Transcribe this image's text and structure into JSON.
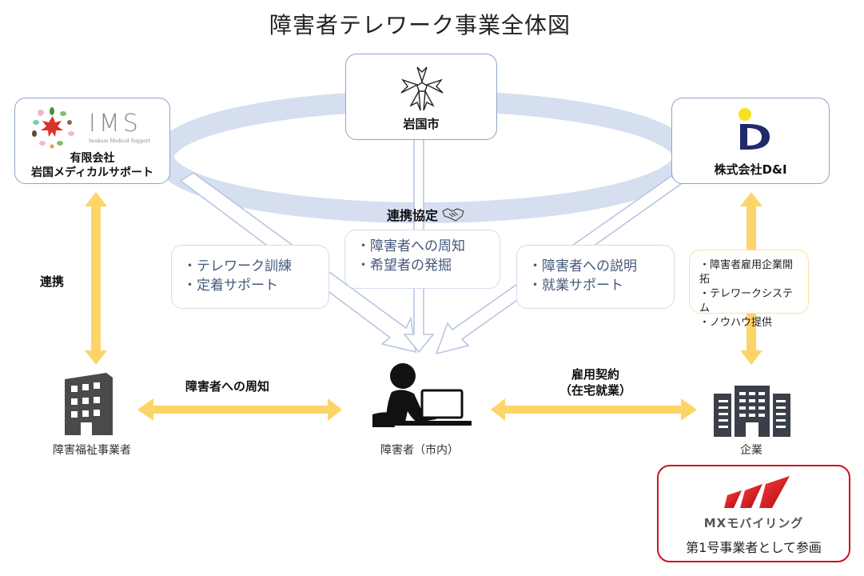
{
  "title": "障害者テレワーク事業全体図",
  "colors": {
    "ellipse": "#d6dff0",
    "box_border": "#8fa3c8",
    "info_text": "#44587a",
    "yellow_arrow": "#fdd467",
    "mx_red": "#c9141e"
  },
  "organizations": {
    "ims": {
      "logo_text": "IMS",
      "logo_tagline": "Iwakuni Medical Support",
      "name_line1": "有限会社",
      "name_line2": "岩国メディカルサポート"
    },
    "city": {
      "name": "岩国市",
      "icon": "cherry-blossom-emblem-icon"
    },
    "dni": {
      "name": "株式会社D&I",
      "icon": "dni-logo-icon"
    }
  },
  "agreement_label": "連携協定",
  "agreement_icon": "handshake-icon",
  "info_boxes": {
    "left": [
      "・テレワーク訓練",
      "・定着サポート"
    ],
    "center": [
      "・障害者への周知",
      "・希望者の発掘"
    ],
    "right": [
      "・障害者への説明",
      "・就業サポート"
    ],
    "dni_support": [
      "・障害者雇用企業開拓",
      "・テレワークシステム",
      "・ノウハウ提供"
    ]
  },
  "labels": {
    "renkei": "連携",
    "notice": "障害者への周知",
    "contract_line1": "雇用契約",
    "contract_line2": "（在宅就業）"
  },
  "nodes": {
    "welfare": {
      "name": "障害福祉事業者",
      "icon": "office-building-icon"
    },
    "person": {
      "name": "障害者（市内）",
      "icon": "person-at-laptop-icon"
    },
    "company": {
      "name": "企業",
      "icon": "corporate-buildings-icon"
    }
  },
  "mx": {
    "logo_name": "MXモバイリング",
    "note": "第1号事業者として参画"
  }
}
